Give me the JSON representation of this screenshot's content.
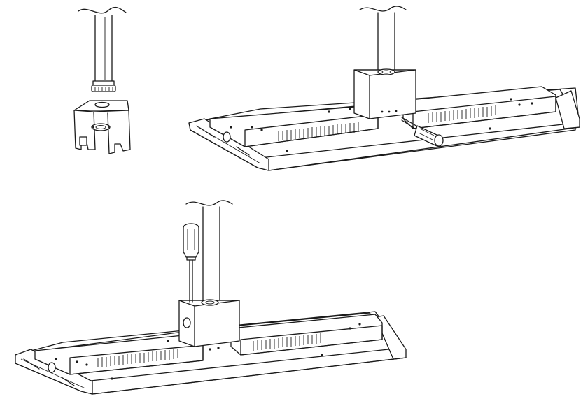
{
  "figure": {
    "panels": [
      {
        "id": "step-1",
        "content": "conduit-pipe-with-hub-and-mounting-bracket"
      },
      {
        "id": "step-2",
        "content": "fixture-attached-to-junction-box-tighten-with-screwdriver"
      },
      {
        "id": "step-3",
        "content": "fixture-mounted-tighten-screws-vertical-screwdriver"
      }
    ],
    "line_color": "#1a1a1a",
    "background": "#ffffff"
  }
}
